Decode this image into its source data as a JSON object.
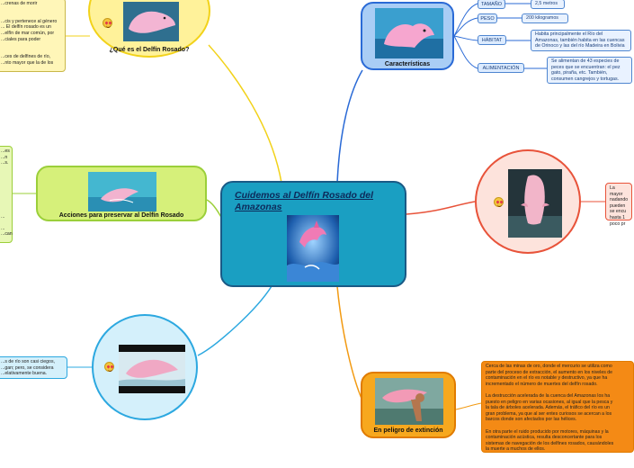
{
  "central": {
    "title": "Cuidemos al Delfín Rosado del Amazonas"
  },
  "topics": {
    "caracteristicas": "Características",
    "que_es": "¿Qué es el Delfín Rosado?",
    "acciones": "Acciones para preservar al Delfín Rosado",
    "peligro": "En peligro de extinción"
  },
  "caracteristicas_rows": [
    {
      "label": "TAMAÑO",
      "value": "2,5 metros"
    },
    {
      "label": "PESO",
      "value": "200 kilogramos"
    },
    {
      "label": "HÁBITAT",
      "value": "Habita principalmente el Río del Amazonas, también habita en las cuencas de Orinoco y las del río Madeira en Bolivia"
    },
    {
      "label": "ALIMENTACIÓN",
      "value": "Se alimentan de 43 especies de peces que se encuentran: el pez gato, piraña, etc. También, consumen cangrejos y tortugas."
    }
  ],
  "notes": {
    "que_es": "...crenas de morir\n\n\n...cis y pertenece al género\n... El delfín rosado es un\n...elfín de mar común, por\n...ciales para poder\n\n\n...ces de delfines de río,\n...nto mayor que la de los",
    "acciones": "...es\n...n\n...s.\n\n\n\n\n\n\n\n\n...\n\n...\n...can",
    "right": "La mayor\nnadando\npueden\nse encu\nhasta 1\npoco pr",
    "bottom_left": "...s de río son casi ciegos,\n...gan; pero, se considera\n...elativamente buena.",
    "peligro": "Cerca de las minas de oro, donde el mercurio se utiliza como\nparte del proceso de extracción, el aumento en los niveles de\ncontaminación en el río es notable y destructivo, ya que ha\nincrementado el número de muertes del delfín rosado.\n\nLa destrucción acelerada de la cuenca del Amazonas los ha\npuesto en peligro en varias ocasiones, al igual que la pesca y\nla tala de árboles acelerada. Además, el tráfico del río es un\ngran problema, ya que al ser entes curiosos se acercan a los\nbarcos donde son afectados por las hélices.\n\nEn otra parte el ruido producido por motores, máquinas y la\ncontaminación acústica, resulta desconcertante para los\nsistemas de navegación de los delfines rosados, causándoles\nla muerte a muchos de ellos."
  },
  "colors": {
    "central_fill": "#1a9fc2",
    "blue_branch": "#2a6ad6",
    "yellow_branch": "#f2d21a",
    "green_branch": "#9bcf3a",
    "red_branch": "#e8533a",
    "orange_branch": "#f29a12",
    "cyan_branch": "#2ca8e0"
  },
  "icons": [
    "heart-eyes-emoji-icon"
  ]
}
